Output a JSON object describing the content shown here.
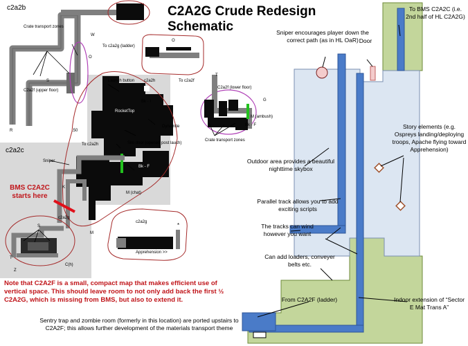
{
  "title": "C2A2G Crude Redesign Schematic",
  "colors": {
    "outdoor_fill": "#dce6f2",
    "indoor_fill": "#c3d69b",
    "track_blue": "#4a7bc8",
    "map_black": "#0b0b0b",
    "map_gray": "#d9d9d9",
    "map_track_gray": "#808080",
    "outline_purple": "#b041b7",
    "outline_red": "#a52a2a",
    "accent_red": "#e0101a",
    "note_red": "#c0151a",
    "diamond": "#a0522d",
    "green": "#22c11e",
    "sniper_circle": "#f4cccc"
  },
  "left": {
    "c2a2b_label": "c2a2b",
    "c2a2c_label": "c2a2c",
    "crate_zones_top": "Crate transport zones",
    "c2a2f_upper": "C2a2f (upper floor)",
    "to_c2a2g_ladder": "To c2a2g (ladder)",
    "letter_w": "W",
    "letter_o1": "O",
    "letter_s1": "S",
    "letter_r": "R",
    "letter_o2": "O",
    "letter_t": "T",
    "to_c2a2f": "To c2a2f",
    "c2a2f_lower": "C2a2f (lower floor)",
    "letter_g": "G",
    "m_ambush": "M (ambush)",
    "bk_f1": "Bk - F",
    "bk_i": "Bk - I",
    "crate_zones_bottom": "Crate transport zones",
    "launch_button": "Launch button",
    "c2a2h_top": "c2a2h",
    "rocket_top": "RocketTop",
    "dynamite": "Dynamite",
    "fifty": ".50",
    "to_c2a2h": "To c2a2h",
    "silo_door": "Silo door (opened post lauch)",
    "sniper": "Sniper",
    "bk_f2": "Bk - F",
    "m_chat": "M (chat)",
    "letter_k": "K",
    "bms_starts": "BMS C2A2C starts here",
    "c2a2g_mid": "c2a2g",
    "letter_m": "M",
    "letter_s2": "S",
    "letter_t2": "T",
    "letter_z": "Z",
    "c_h": "C(h)",
    "c2a2g_right": "c2a2g",
    "apprehension_small": "Apprehension >>",
    "asterisk": "*",
    "note": "Note that C2A2F  is a small, compact map that makes efficient use of vertical space.  This should leave room to not only add back the first ½ C2A2G, which is missing from BMS, but also to extend it.",
    "sentry_note": "Sentry trap and zombie room (formerly in this location) are ported upstairs to C2A2F; this allows further development of the materials transport theme"
  },
  "right": {
    "to_bms": "To BMS C2A2C (i.e. 2nd half of HL C2A2G)",
    "sniper": "Sniper encourages player down the correct path (as in HL OaR)",
    "door": "Door",
    "story": "Story elements (e.g. Ospreys landing/deploying troops, Apache flying toward Apprehension)",
    "outdoor": "Outdoor area provides a beautiful nighttime skybox",
    "parallel": "Parallel track allows you to add exciting scripts",
    "wind": "The tracks can wind however you want",
    "loaders": "Can add loaders, conveyer belts etc.",
    "from_c2a2f": "From C2A2F (ladder)",
    "indoor": "Indoor extension of “Sector E Mat Trans A”"
  }
}
